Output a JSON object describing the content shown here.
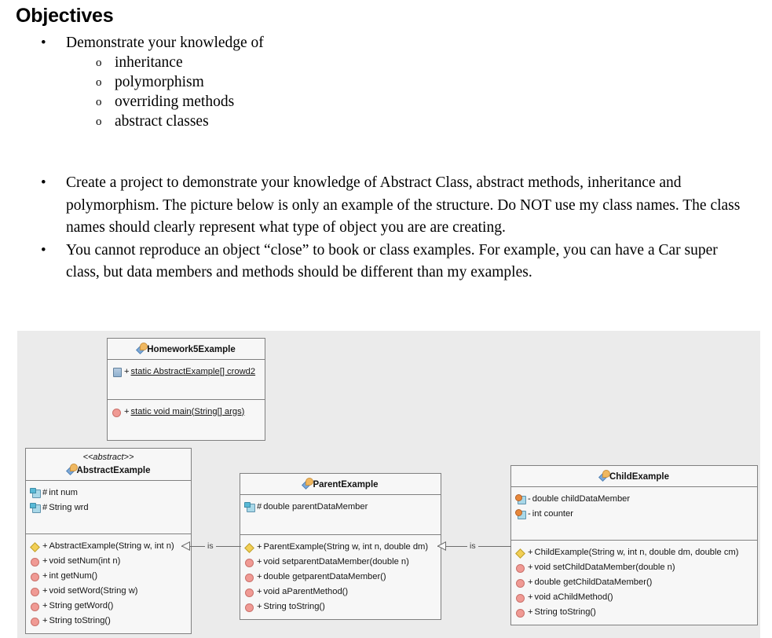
{
  "document": {
    "title": "Objectives",
    "objectives": {
      "bullet_glyph": "•",
      "sub_bullet_glyph": "o",
      "main": "Demonstrate your knowledge of",
      "sub_items": [
        "inheritance",
        "polymorphism",
        "overriding methods",
        "abstract classes"
      ]
    },
    "paragraphs": [
      "Create a project to demonstrate your knowledge of Abstract Class, abstract methods, inheritance and polymorphism. The picture below is only an example of the structure. Do NOT use my class names. The class names should clearly represent what type of object you are are creating.",
      "You cannot reproduce an object “close” to book or class examples. For example, you can have a Car super class, but data members and methods should be different than my examples."
    ]
  },
  "diagram": {
    "background_color": "#ebebeb",
    "box_fill_color": "#f7f7f7",
    "box_border_color": "#808080",
    "relationship_label": "is",
    "classes": [
      {
        "id": "homework5example",
        "name": "Homework5Example",
        "stereotype": "",
        "fields": [
          {
            "icon": "field-static-icon",
            "visibility": "+",
            "signature": "static AbstractExample[] crowd2",
            "static": true
          }
        ],
        "methods": [
          {
            "icon": "method-icon",
            "visibility": "+",
            "signature": "static void main(String[] args)",
            "static": true
          }
        ]
      },
      {
        "id": "abstractexample",
        "name": "AbstractExample",
        "stereotype": "<<abstract>>",
        "fields": [
          {
            "icon": "field-protected-icon",
            "visibility": "#",
            "signature": "int num",
            "static": false
          },
          {
            "icon": "field-protected-icon",
            "visibility": "#",
            "signature": "String wrd",
            "static": false
          }
        ],
        "methods": [
          {
            "icon": "constructor-icon",
            "visibility": "+",
            "signature": "AbstractExample(String w, int n)",
            "static": false
          },
          {
            "icon": "method-icon",
            "visibility": "+",
            "signature": "void setNum(int n)",
            "static": false
          },
          {
            "icon": "method-icon",
            "visibility": "+",
            "signature": "int getNum()",
            "static": false
          },
          {
            "icon": "method-icon",
            "visibility": "+",
            "signature": "void setWord(String w)",
            "static": false
          },
          {
            "icon": "method-icon",
            "visibility": "+",
            "signature": "String getWord()",
            "static": false
          },
          {
            "icon": "method-icon",
            "visibility": "+",
            "signature": "String toString()",
            "static": false
          }
        ]
      },
      {
        "id": "parentexample",
        "name": "ParentExample",
        "stereotype": "",
        "fields": [
          {
            "icon": "field-protected-icon",
            "visibility": "#",
            "signature": "double parentDataMember",
            "static": false
          }
        ],
        "methods": [
          {
            "icon": "constructor-icon",
            "visibility": "+",
            "signature": "ParentExample(String w, int n, double dm)",
            "static": false
          },
          {
            "icon": "method-icon",
            "visibility": "+",
            "signature": "void setparentDataMember(double n)",
            "static": false
          },
          {
            "icon": "method-icon",
            "visibility": "+",
            "signature": "double getparentDataMember()",
            "static": false
          },
          {
            "icon": "method-icon",
            "visibility": "+",
            "signature": "void aParentMethod()",
            "static": false
          },
          {
            "icon": "method-icon",
            "visibility": "+",
            "signature": "String toString()",
            "static": false
          }
        ]
      },
      {
        "id": "childexample",
        "name": "ChildExample",
        "stereotype": "",
        "fields": [
          {
            "icon": "field-private-icon",
            "visibility": "-",
            "signature": "double childDataMember",
            "static": false
          },
          {
            "icon": "field-private-icon",
            "visibility": "-",
            "signature": "int counter",
            "static": false
          }
        ],
        "methods": [
          {
            "icon": "constructor-icon",
            "visibility": "+",
            "signature": "ChildExample(String w, int n, double dm, double cm)",
            "static": false
          },
          {
            "icon": "method-icon",
            "visibility": "+",
            "signature": "void setChildDataMember(double n)",
            "static": false
          },
          {
            "icon": "method-icon",
            "visibility": "+",
            "signature": "double getChildDataMember()",
            "static": false
          },
          {
            "icon": "method-icon",
            "visibility": "+",
            "signature": "void aChildMethod()",
            "static": false
          },
          {
            "icon": "method-icon",
            "visibility": "+",
            "signature": "String toString()",
            "static": false
          }
        ]
      }
    ],
    "relationships": [
      {
        "from": "parentexample",
        "to": "abstractexample",
        "label": "is",
        "type": "generalization"
      },
      {
        "from": "childexample",
        "to": "parentexample",
        "label": "is",
        "type": "generalization"
      }
    ]
  }
}
